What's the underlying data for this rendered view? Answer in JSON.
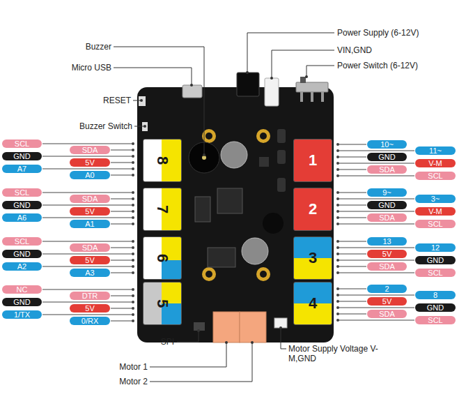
{
  "diagram": {
    "nodes": [
      {
        "text": [
          "8"
        ]
      },
      {
        "text": [
          "SCL"
        ]
      },
      {
        "text": [
          "SDA"
        ]
      },
      {
        "text": [
          "GND"
        ]
      },
      {
        "text": [
          "5V"
        ]
      },
      {
        "text": [
          "A7"
        ]
      },
      {
        "text": [
          "A0"
        ]
      },
      {
        "text": [
          "7"
        ]
      },
      {
        "text": [
          "SCL"
        ]
      },
      {
        "text": [
          "SDA"
        ]
      },
      {
        "text": [
          "GND"
        ]
      },
      {
        "text": [
          "5V"
        ]
      },
      {
        "text": [
          "A6"
        ]
      },
      {
        "text": [
          "A1"
        ]
      },
      {
        "text": [
          "6"
        ]
      },
      {
        "text": [
          "SCL"
        ]
      },
      {
        "text": [
          "SDA"
        ]
      },
      {
        "text": [
          "GND"
        ]
      },
      {
        "text": [
          "5V"
        ]
      },
      {
        "text": [
          "A2"
        ]
      },
      {
        "text": [
          "A3"
        ]
      },
      {
        "text": [
          "5"
        ]
      },
      {
        "text": [
          "NC"
        ]
      },
      {
        "text": [
          "DTR"
        ]
      },
      {
        "text": [
          "GND"
        ]
      },
      {
        "text": [
          "5V"
        ]
      },
      {
        "text": [
          "1/TX"
        ]
      },
      {
        "text": [
          "0/RX"
        ]
      },
      {
        "text": [
          "1"
        ]
      },
      {
        "text": [
          "10~"
        ]
      },
      {
        "text": [
          "11~"
        ]
      },
      {
        "text": [
          "GND"
        ]
      },
      {
        "text": [
          "V-M"
        ]
      },
      {
        "text": [
          "SDA"
        ]
      },
      {
        "text": [
          "SCL"
        ]
      },
      {
        "text": [
          "2"
        ]
      },
      {
        "text": [
          "9~"
        ]
      },
      {
        "text": [
          "3~"
        ]
      },
      {
        "text": [
          "GND"
        ]
      },
      {
        "text": [
          "V-M"
        ]
      },
      {
        "text": [
          "SDA"
        ]
      },
      {
        "text": [
          "SCL"
        ]
      },
      {
        "text": [
          "3"
        ]
      },
      {
        "text": [
          "13"
        ]
      },
      {
        "text": [
          "12"
        ]
      },
      {
        "text": [
          "5V"
        ]
      },
      {
        "text": [
          "GND"
        ]
      },
      {
        "text": [
          "SDA"
        ]
      },
      {
        "text": [
          "SCL"
        ]
      },
      {
        "text": [
          "4"
        ]
      },
      {
        "text": [
          "2"
        ]
      },
      {
        "text": [
          "8"
        ]
      },
      {
        "text": [
          "5V"
        ]
      },
      {
        "text": [
          "GND"
        ]
      },
      {
        "text": [
          "SDA"
        ]
      },
      {
        "text": [
          "SCL"
        ]
      }
    ],
    "labels": [
      "Buzzer",
      "Micro USB",
      "RESET",
      "Buzzer Switch",
      "Power Supply (6-12V)",
      "VIN,GND",
      "Power Switch (6-12V)",
      "SPI",
      "Motor 1",
      "Motor 2",
      "Motor Supply Voltage V-M,GND"
    ]
  }
}
